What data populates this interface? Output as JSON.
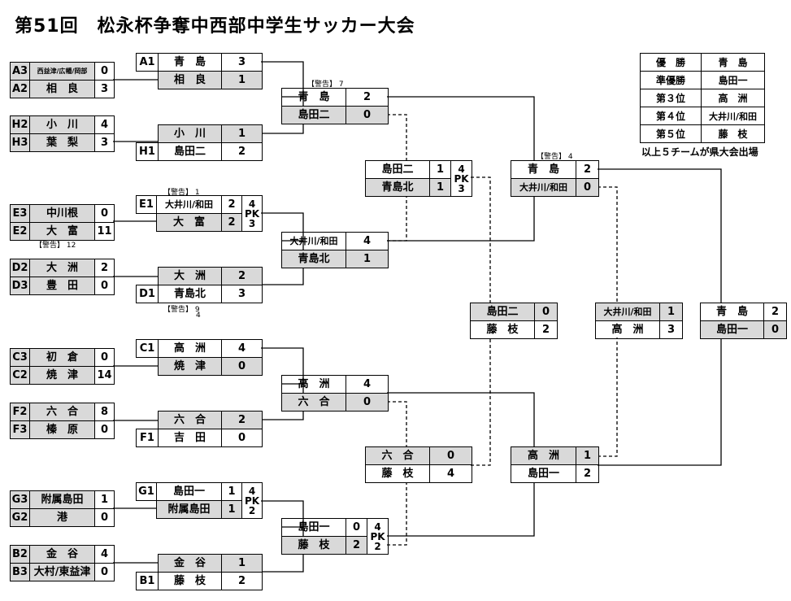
{
  "title": "第51回　松永杯争奪中西部中学生サッカー大会",
  "results": {
    "rows": [
      {
        "label": "優　勝",
        "team": "青　島"
      },
      {
        "label": "準優勝",
        "team": "島田一"
      },
      {
        "label": "第３位",
        "team": "高　洲"
      },
      {
        "label": "第４位",
        "team": "大井川/和田"
      },
      {
        "label": "第５位",
        "team": "藤　枝"
      }
    ],
    "note": "以上５チームが県大会出場"
  },
  "r1": [
    {
      "codes": [
        "A3",
        "A2"
      ],
      "names": [
        "西益津/広幡/岡部",
        "相　良"
      ],
      "scores": [
        "0",
        "3"
      ]
    },
    {
      "codes": [
        "H2",
        "H3"
      ],
      "names": [
        "小　川",
        "葉　梨"
      ],
      "scores": [
        "4",
        "3"
      ]
    },
    {
      "codes": [
        "E3",
        "E2"
      ],
      "names": [
        "中川根",
        "大　富"
      ],
      "scores": [
        "0",
        "11"
      ]
    },
    {
      "codes": [
        "D2",
        "D3"
      ],
      "names": [
        "大　洲",
        "豊　田"
      ],
      "scores": [
        "2",
        "0"
      ]
    },
    {
      "codes": [
        "C3",
        "C2"
      ],
      "names": [
        "初　倉",
        "焼　津"
      ],
      "scores": [
        "0",
        "14"
      ]
    },
    {
      "codes": [
        "F2",
        "F3"
      ],
      "names": [
        "六　合",
        "榛　原"
      ],
      "scores": [
        "8",
        "0"
      ]
    },
    {
      "codes": [
        "G3",
        "G2"
      ],
      "names": [
        "附属島田",
        "港"
      ],
      "scores": [
        "1",
        "0"
      ]
    },
    {
      "codes": [
        "B2",
        "B3"
      ],
      "names": [
        "金　谷",
        "大村/東益津"
      ],
      "scores": [
        "4",
        "0"
      ]
    }
  ],
  "r2": [
    {
      "codes": [
        "A1",
        ""
      ],
      "names": [
        "青　島",
        "相　良"
      ],
      "scores": [
        "3",
        "1"
      ]
    },
    {
      "codes": [
        "",
        "H1"
      ],
      "names": [
        "小　川",
        "島田二"
      ],
      "scores": [
        "1",
        "2"
      ]
    },
    {
      "codes": [
        "E1",
        ""
      ],
      "names": [
        "大井川/和田",
        "大　富"
      ],
      "scores": [
        "2",
        "2"
      ],
      "pk": "4\nPK\n3"
    },
    {
      "codes": [
        "",
        "D1"
      ],
      "names": [
        "大　洲",
        "青島北"
      ],
      "scores": [
        "2",
        "3"
      ]
    },
    {
      "codes": [
        "C1",
        ""
      ],
      "names": [
        "高　洲",
        "焼　津"
      ],
      "scores": [
        "4",
        "0"
      ]
    },
    {
      "codes": [
        "",
        "F1"
      ],
      "names": [
        "六　合",
        "吉　田"
      ],
      "scores": [
        "2",
        "0"
      ]
    },
    {
      "codes": [
        "G1",
        ""
      ],
      "names": [
        "島田一",
        "附属島田"
      ],
      "scores": [
        "1",
        "1"
      ],
      "pk": "4\nPK\n2"
    },
    {
      "codes": [
        "",
        "B1"
      ],
      "names": [
        "金　谷",
        "藤　枝"
      ],
      "scores": [
        "1",
        "2"
      ]
    }
  ],
  "qf": [
    {
      "names": [
        "青　島",
        "島田二"
      ],
      "scores": [
        "2",
        "0"
      ]
    },
    {
      "names": [
        "大井川/和田",
        "青島北"
      ],
      "scores": [
        "4",
        "1"
      ]
    },
    {
      "names": [
        "高　洲",
        "六　合"
      ],
      "scores": [
        "4",
        "0"
      ]
    },
    {
      "names": [
        "島田一",
        "藤　枝"
      ],
      "scores": [
        "0",
        "2"
      ],
      "pk": "4\nPK\n2"
    }
  ],
  "sf": [
    {
      "names": [
        "青　島",
        "大井川/和田"
      ],
      "scores": [
        "2",
        "0"
      ]
    },
    {
      "names": [
        "高　洲",
        "島田一"
      ],
      "scores": [
        "1",
        "2"
      ]
    }
  ],
  "loser_r1": [
    {
      "names": [
        "島田二",
        "青島北"
      ],
      "scores": [
        "1",
        "1"
      ],
      "pk": "4\nPK\n3"
    },
    {
      "names": [
        "六　合",
        "藤　枝"
      ],
      "scores": [
        "0",
        "4"
      ]
    }
  ],
  "loser_r2": {
    "names": [
      "島田二",
      "藤　枝"
    ],
    "scores": [
      "0",
      "2"
    ]
  },
  "third": {
    "names": [
      "大井川/和田",
      "高　洲"
    ],
    "scores": [
      "1",
      "3"
    ]
  },
  "final": {
    "names": [
      "青　島",
      "島田一"
    ],
    "scores": [
      "2",
      "0"
    ]
  },
  "annotations": {
    "a1": "【警告】 7",
    "a2": "【警告】 4",
    "a3": "【警告】 1",
    "a4": "【警告】 12",
    "a5": "【警告】 9",
    "a6": "4"
  }
}
